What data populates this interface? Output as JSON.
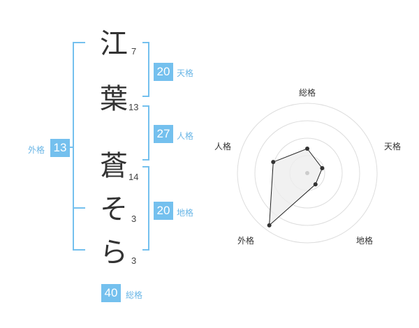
{
  "name": {
    "chars": [
      {
        "char": "江",
        "strokes": "7"
      },
      {
        "char": "葉",
        "strokes": "13"
      },
      {
        "char": "蒼",
        "strokes": "14"
      },
      {
        "char": "そ",
        "strokes": "3"
      },
      {
        "char": "ら",
        "strokes": "3"
      }
    ]
  },
  "fortune": {
    "tenkaku": {
      "value": "20",
      "label": "天格"
    },
    "jinkaku": {
      "value": "27",
      "label": "人格"
    },
    "chikaku": {
      "value": "20",
      "label": "地格"
    },
    "gaikaku": {
      "value": "13",
      "label": "外格"
    },
    "soukaku": {
      "value": "40",
      "label": "総格"
    }
  },
  "radar": {
    "labels": {
      "top": "総格",
      "upper_right": "天格",
      "lower_right": "地格",
      "lower_left": "外格",
      "upper_left": "人格"
    },
    "levels": 4,
    "max": 4,
    "values": {
      "soukaku": 1.4,
      "tenkaku": 0.9,
      "chikaku": 0.8,
      "gaikaku": 3.7,
      "jinkaku": 2.05
    },
    "colors": {
      "ring": "#dddddd",
      "fill": "#eeeeee",
      "stroke": "#222222",
      "point": "#333333",
      "center": "#cccccc"
    }
  }
}
